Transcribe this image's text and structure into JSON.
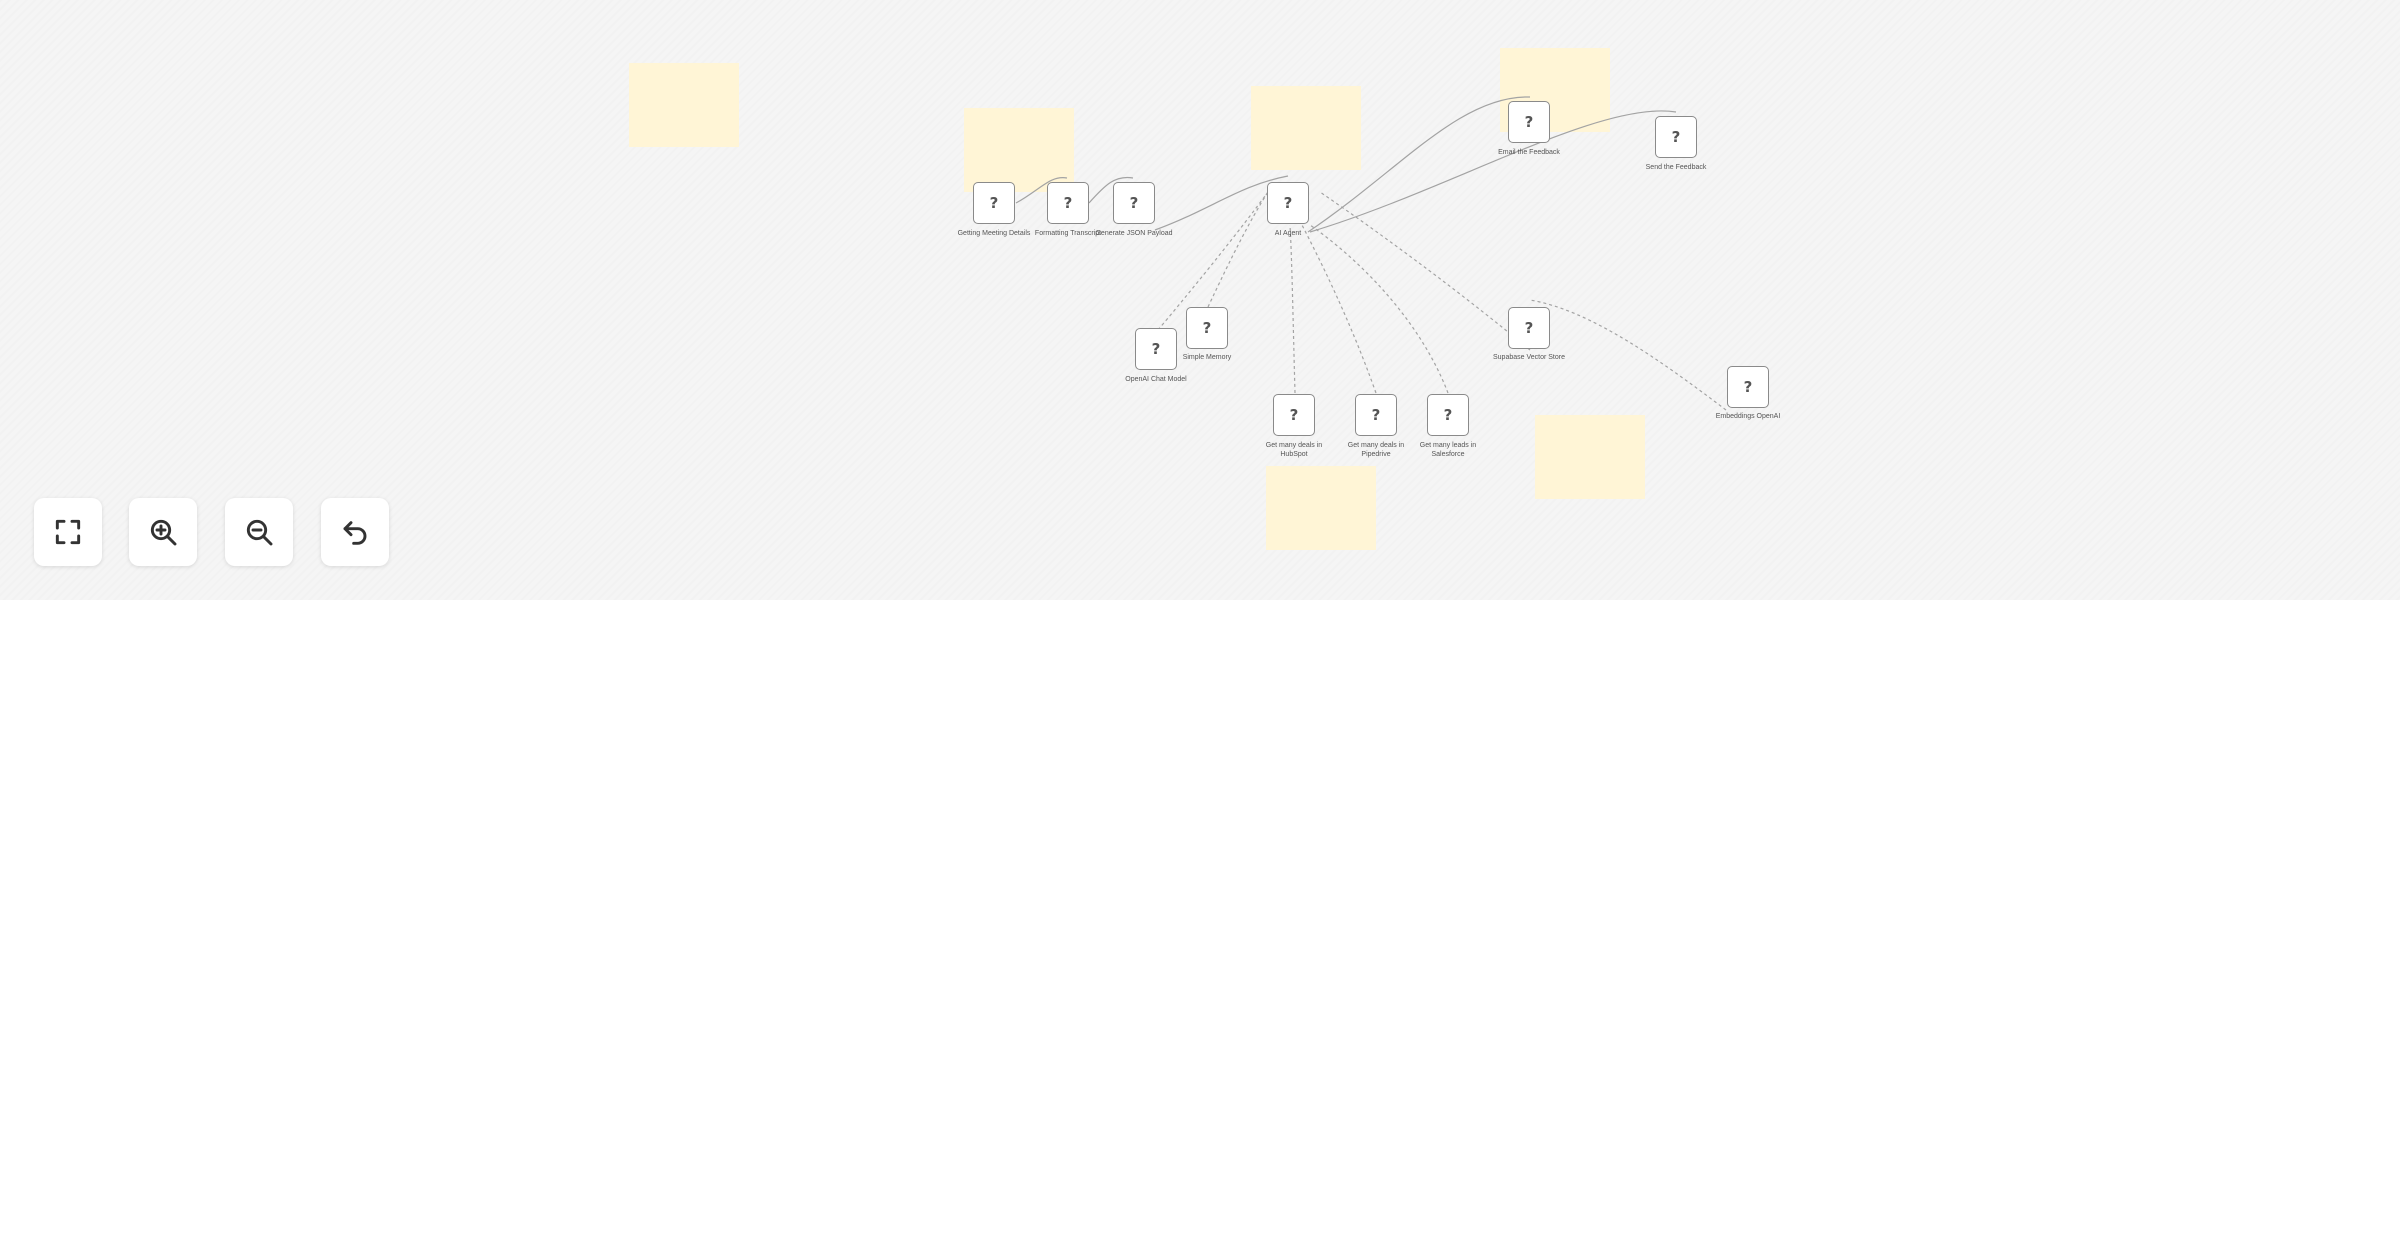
{
  "canvas": {
    "node_placeholder_icon": "?",
    "nodes": [
      {
        "id": "getting-meeting-details",
        "label": "Getting Meeting Details"
      },
      {
        "id": "formatting-transcript",
        "label": "Formatting Transcript"
      },
      {
        "id": "generate-json-payload",
        "label": "Generate JSON Payload"
      },
      {
        "id": "ai-agent",
        "label": "AI Agent"
      },
      {
        "id": "email-the-feedback",
        "label": "Email the Feedback"
      },
      {
        "id": "send-the-feedback",
        "label": "Send the Feedback"
      },
      {
        "id": "simple-memory",
        "label": "Simple Memory"
      },
      {
        "id": "openai-chat-model",
        "label": "OpenAI Chat Model"
      },
      {
        "id": "supabase-vector-store",
        "label": "Supabase Vector Store"
      },
      {
        "id": "embeddings-openai",
        "label": "Embeddings OpenAI"
      },
      {
        "id": "get-hubspot",
        "label": "Get many deals in HubSpot"
      },
      {
        "id": "get-pipedrive",
        "label": "Get many deals in Pipedrive"
      },
      {
        "id": "get-salesforce",
        "label": "Get many leads in Salesforce"
      }
    ]
  },
  "controls": {
    "fit_view": "maximize-icon",
    "zoom_in": "zoom-in-icon",
    "zoom_out": "zoom-out-icon",
    "reset": "undo-icon"
  },
  "colors": {
    "canvas_background": "#f5f5f5",
    "sticky_note": "#fff5d6",
    "node_border": "#8a8a8a",
    "edge": "#a3a3a3"
  }
}
